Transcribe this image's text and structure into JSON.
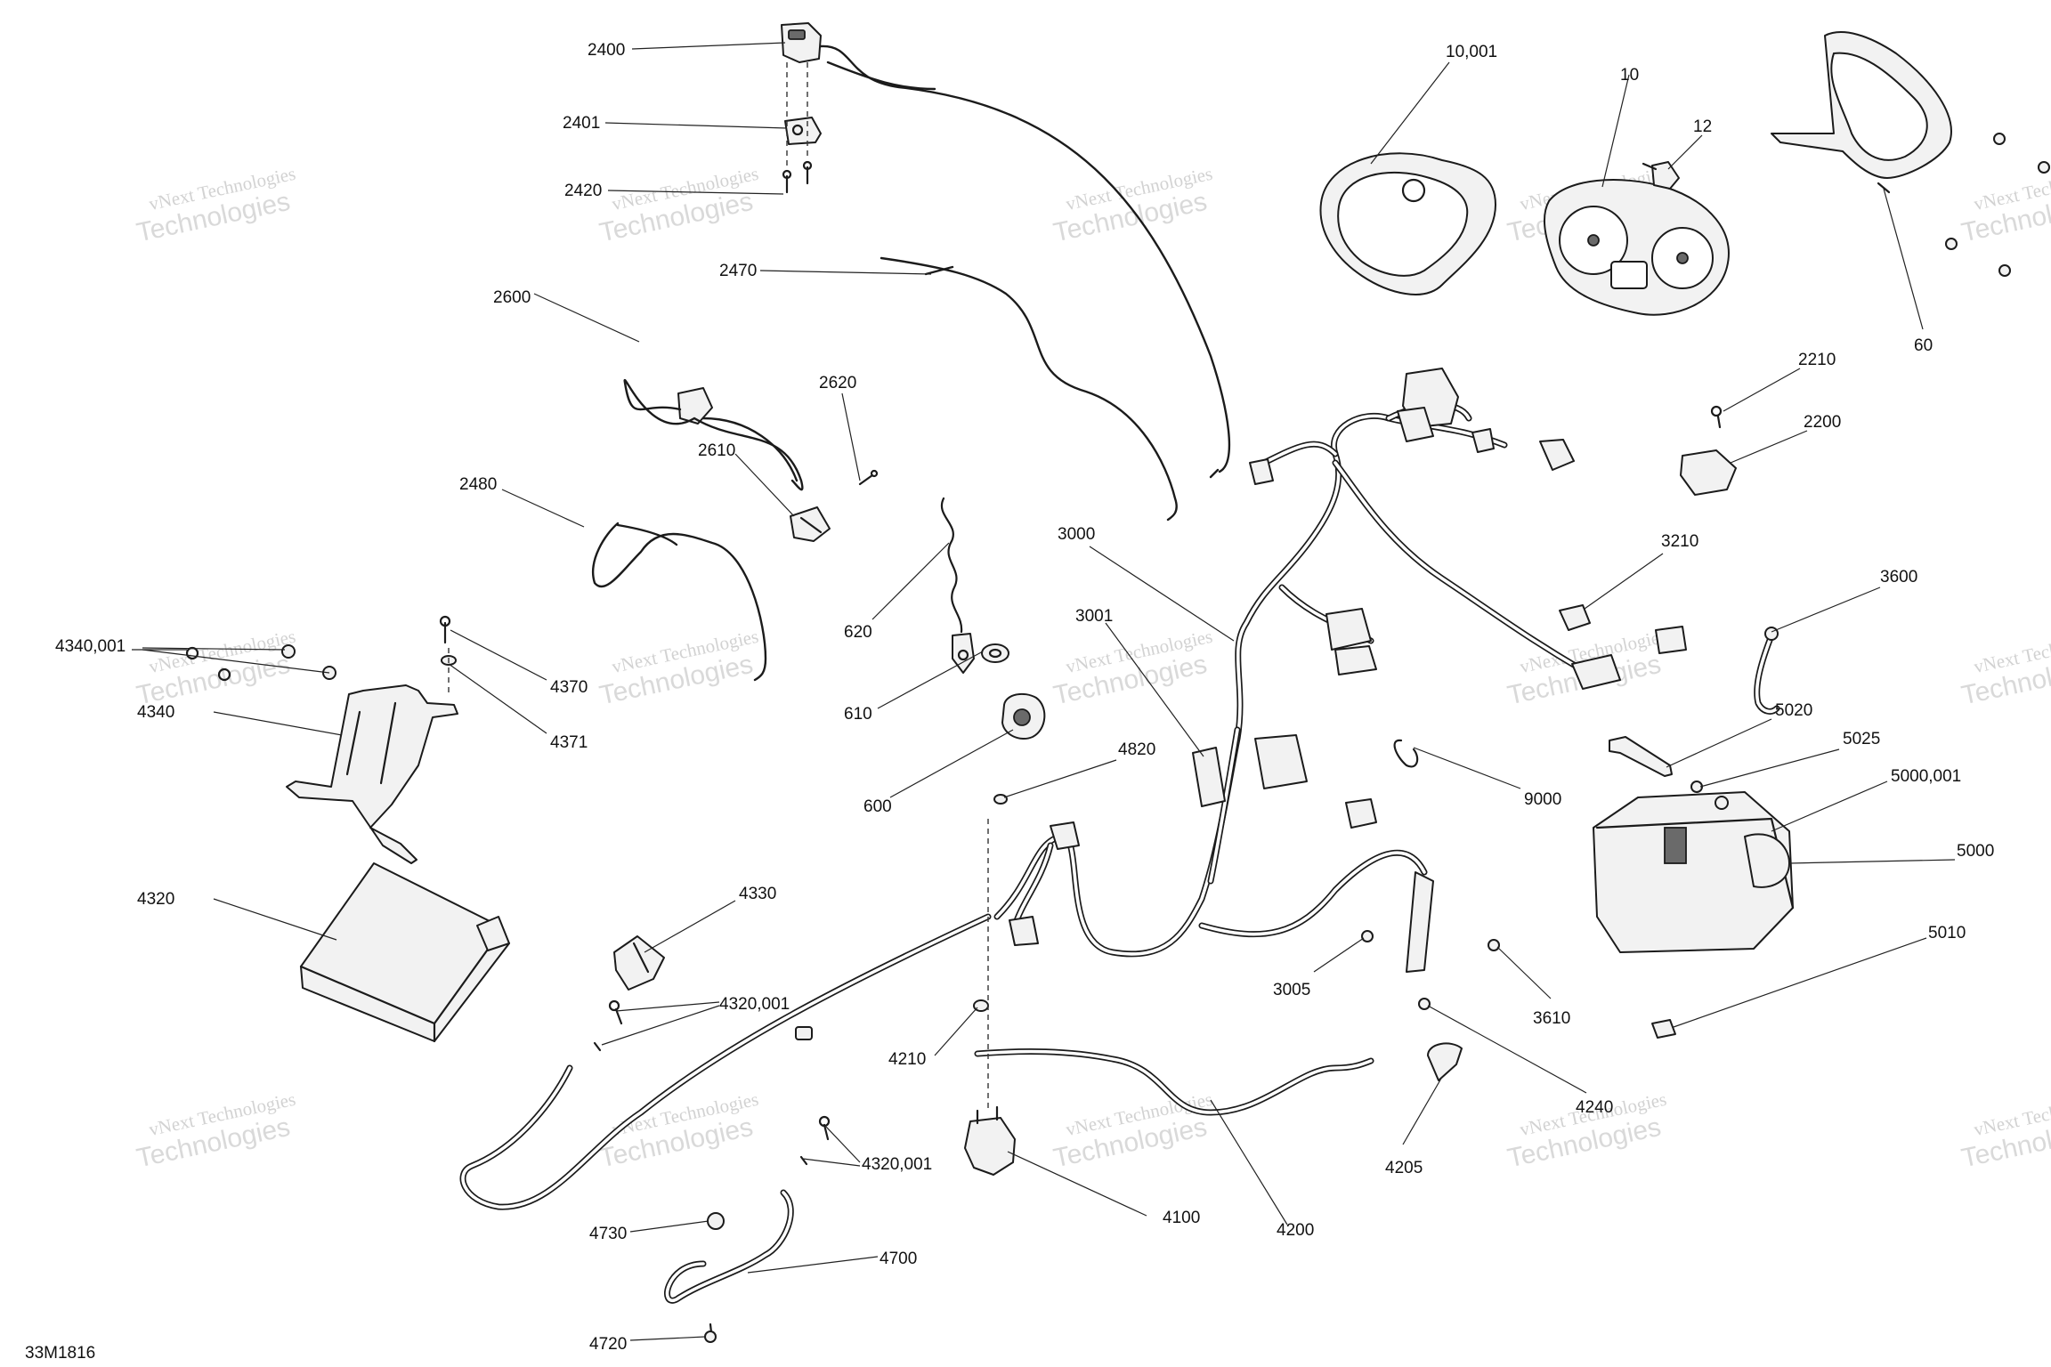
{
  "diagram_code": "33M1816",
  "watermark": {
    "line1": "vNext Technologies",
    "line2": "Technologies"
  },
  "callouts": [
    {
      "id": "2400",
      "label": "2400"
    },
    {
      "id": "2401",
      "label": "2401"
    },
    {
      "id": "2420",
      "label": "2420"
    },
    {
      "id": "2470",
      "label": "2470"
    },
    {
      "id": "2600",
      "label": "2600"
    },
    {
      "id": "2620",
      "label": "2620"
    },
    {
      "id": "2610",
      "label": "2610"
    },
    {
      "id": "2480",
      "label": "2480"
    },
    {
      "id": "620",
      "label": "620"
    },
    {
      "id": "610",
      "label": "610"
    },
    {
      "id": "600",
      "label": "600"
    },
    {
      "id": "4340-001",
      "label": "4340,001"
    },
    {
      "id": "4340",
      "label": "4340"
    },
    {
      "id": "4370",
      "label": "4370"
    },
    {
      "id": "4371",
      "label": "4371"
    },
    {
      "id": "4320",
      "label": "4320"
    },
    {
      "id": "4330",
      "label": "4330"
    },
    {
      "id": "4320-001-a",
      "label": "4320,001"
    },
    {
      "id": "4320-001-b",
      "label": "4320,001"
    },
    {
      "id": "4730",
      "label": "4730"
    },
    {
      "id": "4700",
      "label": "4700"
    },
    {
      "id": "4720",
      "label": "4720"
    },
    {
      "id": "4210",
      "label": "4210"
    },
    {
      "id": "4100",
      "label": "4100"
    },
    {
      "id": "4200",
      "label": "4200"
    },
    {
      "id": "4820",
      "label": "4820"
    },
    {
      "id": "3000",
      "label": "3000"
    },
    {
      "id": "3001",
      "label": "3001"
    },
    {
      "id": "3005",
      "label": "3005"
    },
    {
      "id": "10-001",
      "label": "10,001"
    },
    {
      "id": "10",
      "label": "10"
    },
    {
      "id": "12",
      "label": "12"
    },
    {
      "id": "60",
      "label": "60"
    },
    {
      "id": "2210",
      "label": "2210"
    },
    {
      "id": "2200",
      "label": "2200"
    },
    {
      "id": "3210",
      "label": "3210"
    },
    {
      "id": "3600",
      "label": "3600"
    },
    {
      "id": "9000",
      "label": "9000"
    },
    {
      "id": "5020",
      "label": "5020"
    },
    {
      "id": "5025",
      "label": "5025"
    },
    {
      "id": "5000-001",
      "label": "5000,001"
    },
    {
      "id": "5000",
      "label": "5000"
    },
    {
      "id": "5010",
      "label": "5010"
    },
    {
      "id": "3610",
      "label": "3610"
    },
    {
      "id": "4240",
      "label": "4240"
    },
    {
      "id": "4205",
      "label": "4205"
    }
  ]
}
